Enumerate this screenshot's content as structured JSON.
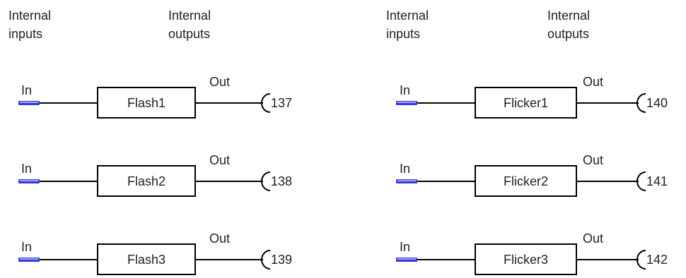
{
  "left": {
    "headers": {
      "inputs": [
        "Internal",
        "inputs"
      ],
      "outputs": [
        "Internal",
        "outputs"
      ]
    },
    "rows": [
      {
        "in_label": "In",
        "block": "Flash1",
        "out_label": "Out",
        "out_number": "137"
      },
      {
        "in_label": "In",
        "block": "Flash2",
        "out_label": "Out",
        "out_number": "138"
      },
      {
        "in_label": "In",
        "block": "Flash3",
        "out_label": "Out",
        "out_number": "139"
      }
    ]
  },
  "right": {
    "headers": {
      "inputs": [
        "Internal",
        "inputs"
      ],
      "outputs": [
        "Internal",
        "outputs"
      ]
    },
    "rows": [
      {
        "in_label": "In",
        "block": "Flicker1",
        "out_label": "Out",
        "out_number": "140"
      },
      {
        "in_label": "In",
        "block": "Flicker2",
        "out_label": "Out",
        "out_number": "141"
      },
      {
        "in_label": "In",
        "block": "Flicker3",
        "out_label": "Out",
        "out_number": "142"
      }
    ]
  },
  "colors": {
    "input_pin": "#3a3ad6",
    "input_pin_highlight": "#9aa6ff",
    "line": "#000000",
    "text": "#222222"
  }
}
